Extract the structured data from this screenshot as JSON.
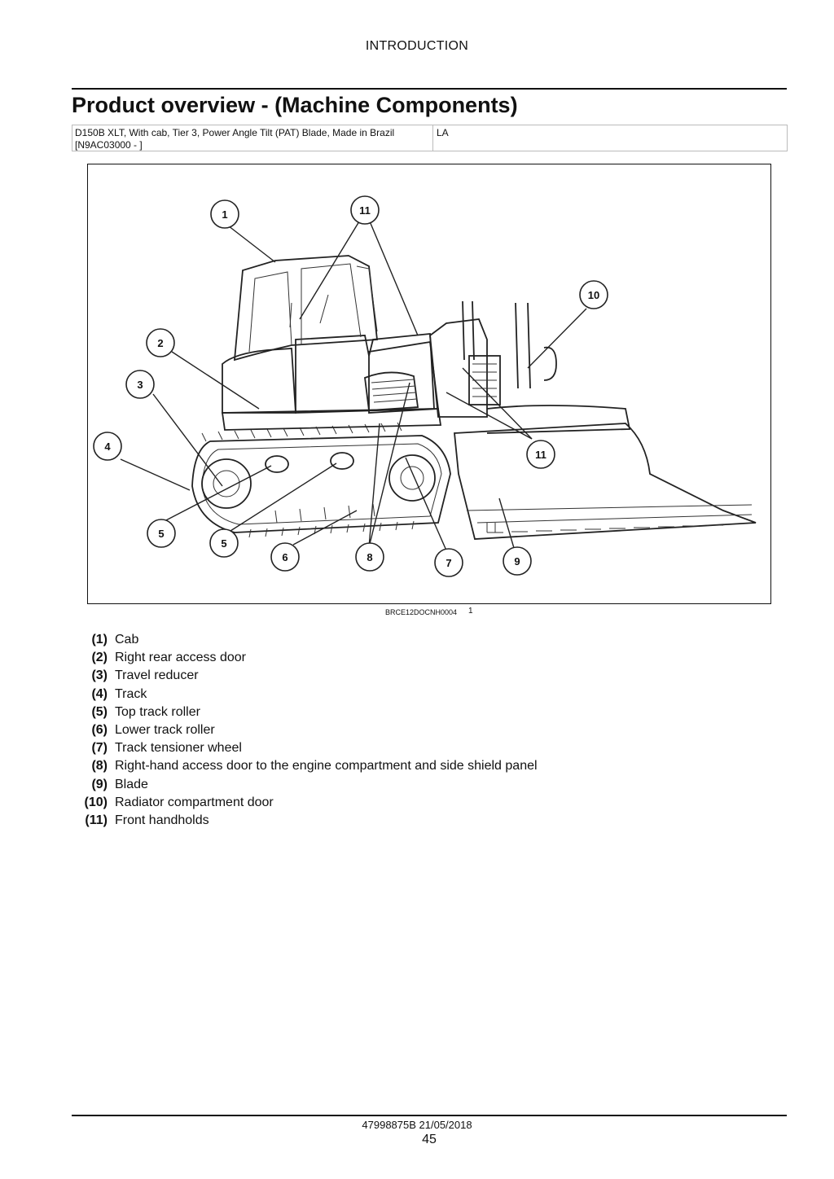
{
  "header": {
    "section": "INTRODUCTION"
  },
  "title": "Product overview - (Machine Components)",
  "applicability": {
    "model": "D150B XLT, With cab, Tier 3, Power Angle Tilt (PAT) Blade, Made in Brazil",
    "serial": "[N9AC03000 - ]",
    "region": "LA"
  },
  "figure": {
    "ref_code": "BRCE12DOCNH0004",
    "number": "1",
    "callouts": [
      "1",
      "2",
      "3",
      "4",
      "5",
      "5",
      "6",
      "7",
      "8",
      "9",
      "10",
      "11",
      "11"
    ]
  },
  "legend": [
    {
      "num": "(1)",
      "label": "Cab"
    },
    {
      "num": "(2)",
      "label": "Right rear access door"
    },
    {
      "num": "(3)",
      "label": "Travel reducer"
    },
    {
      "num": "(4)",
      "label": "Track"
    },
    {
      "num": "(5)",
      "label": "Top track roller"
    },
    {
      "num": "(6)",
      "label": "Lower track roller"
    },
    {
      "num": "(7)",
      "label": "Track tensioner wheel"
    },
    {
      "num": "(8)",
      "label": "Right-hand access door to the engine compartment and side shield panel"
    },
    {
      "num": "(9)",
      "label": "Blade"
    },
    {
      "num": "(10)",
      "label": "Radiator compartment door"
    },
    {
      "num": "(11)",
      "label": "Front handholds"
    }
  ],
  "footer": {
    "doc_id": "47998875B 21/05/2018",
    "page": "45"
  }
}
